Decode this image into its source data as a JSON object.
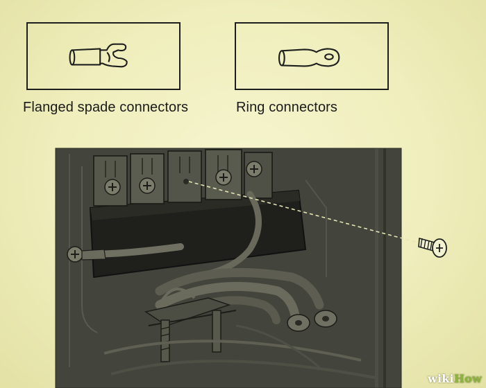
{
  "captions": {
    "spade": "Flanged spade connectors",
    "ring": "Ring connectors"
  },
  "watermark": {
    "part1": "wiki",
    "part2": "How"
  },
  "icons": {
    "spade": "flanged-spade-connector-icon",
    "ring": "ring-connector-icon",
    "screw": "screw-icon"
  },
  "colors": {
    "background": "#f0efbf",
    "photo_dark": "#3a3b33",
    "line": "#1e1e1e",
    "watermark_accent": "#8fb43e"
  }
}
